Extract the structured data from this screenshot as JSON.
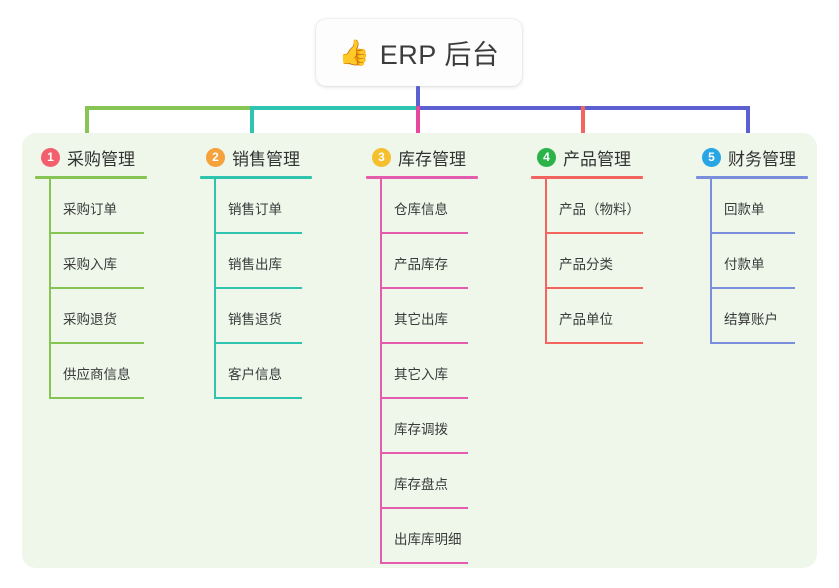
{
  "root": {
    "icon": "thumbs-up-icon",
    "emoji": "👍",
    "title": "ERP 后台"
  },
  "palette": {
    "panel_bg": "#eef7ea",
    "page_bg": "#ffffff",
    "card_bg": "#fdfdfd",
    "text": "#333333",
    "stem_blue": "#5b5fd0",
    "bar_green": "#7dc04b",
    "bar_teal": "#17c2ab",
    "bar_blue": "#5b5fd0",
    "drop_green": "#7dc04b",
    "drop_teal": "#17c2ab",
    "drop_pink": "#e8489b",
    "drop_red": "#f4645f",
    "drop_blue": "#5b5fd0"
  },
  "columns": [
    {
      "index": "1",
      "title": "采购管理",
      "badge_color": "#f2606e",
      "line_color": "#86c554",
      "items": [
        {
          "label": "采购订单"
        },
        {
          "label": "采购入库"
        },
        {
          "label": "采购退货"
        },
        {
          "label": "供应商信息"
        }
      ]
    },
    {
      "index": "2",
      "title": "销售管理",
      "badge_color": "#f5a13c",
      "line_color": "#2ec4b0",
      "items": [
        {
          "label": "销售订单"
        },
        {
          "label": "销售出库"
        },
        {
          "label": "销售退货"
        },
        {
          "label": "客户信息"
        }
      ]
    },
    {
      "index": "3",
      "title": "库存管理",
      "badge_color": "#f5bf2e",
      "line_color": "#e45cae",
      "items": [
        {
          "label": "仓库信息"
        },
        {
          "label": "产品库存"
        },
        {
          "label": "其它出库"
        },
        {
          "label": "其它入库"
        },
        {
          "label": "库存调拨"
        },
        {
          "label": "库存盘点"
        },
        {
          "label": "出库库明细"
        }
      ]
    },
    {
      "index": "4",
      "title": "产品管理",
      "badge_color": "#2bb34a",
      "line_color": "#f4645f",
      "items": [
        {
          "label": "产品（物料）"
        },
        {
          "label": "产品分类"
        },
        {
          "label": "产品单位"
        }
      ]
    },
    {
      "index": "5",
      "title": "财务管理",
      "badge_color": "#28a6e4",
      "line_color": "#7a8fdc",
      "items": [
        {
          "label": "回款单"
        },
        {
          "label": "付款单"
        },
        {
          "label": "结算账户"
        }
      ]
    }
  ]
}
